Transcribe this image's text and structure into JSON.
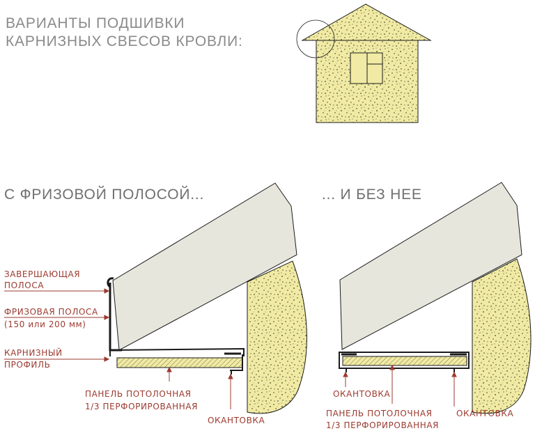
{
  "title_line1": "ВАРИАНТЫ ПОДШИВКИ",
  "title_line2": "КАРНИЗНЫХ СВЕСОВ КРОВЛИ:",
  "left_heading": "С ФРИЗОВОЙ ПОЛОСОЙ...",
  "right_heading": "... И БЕЗ НЕЕ",
  "left_labels": {
    "finishing_strip_1": "ЗАВЕРШАЮЩАЯ",
    "finishing_strip_2": "ПОЛОСА",
    "frieze_strip_1": "ФРИЗОВАЯ ПОЛОСА",
    "frieze_strip_2": "(150 или 200 мм)",
    "eaves_profile_1": "КАРНИЗНЫЙ",
    "eaves_profile_2": "ПРОФИЛЬ",
    "panel_1": "ПАНЕЛЬ ПОТОЛОЧНАЯ",
    "panel_2": "1/3 ПЕРФОРИРОВАННАЯ",
    "edging": "ОКАНТОВКА"
  },
  "right_labels": {
    "edging_left": "ОКАНТОВКА",
    "panel_1": "ПАНЕЛЬ ПОТОЛОЧНАЯ",
    "panel_2": "1/3 ПЕРФОРИРОВАННАЯ",
    "edging_right": "ОКАНТОВКА"
  },
  "colors": {
    "wall": "#f0eaa4",
    "rafter": "#e6e6dd",
    "outline": "#1a1a1a",
    "label": "#9b3a2f",
    "title": "#8a8a8a"
  }
}
